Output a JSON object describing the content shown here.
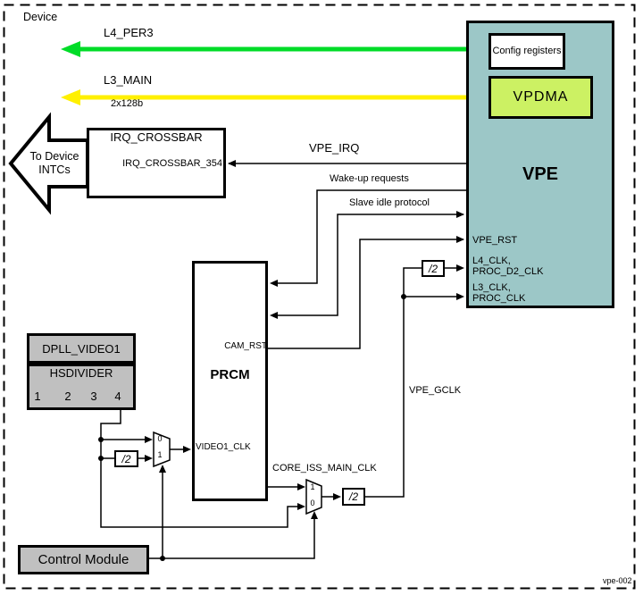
{
  "device_label": "Device",
  "watermark": "vpe-002",
  "colors": {
    "vpe_fill": "#9CC7C7",
    "vpdma_fill": "#CCF163",
    "gray_fill": "#C0C0C0",
    "l4_per3_green": "#00DC28",
    "l3_main_yellow": "#FFF000"
  },
  "buses": {
    "l4_per3_label": "L4_PER3",
    "l3_main_label": "L3_MAIN",
    "l3_main_width": "2x128b"
  },
  "vpe": {
    "title": "VPE",
    "config_registers": "Config registers",
    "vpdma": "VPDMA",
    "port_rst": "VPE_RST",
    "port_l4_line1": "L4_CLK,",
    "port_l4_line2": "PROC_D2_CLK",
    "port_l3_line1": "L3_CLK,",
    "port_l3_line2": "PROC_CLK"
  },
  "irq": {
    "crossbar_title": "IRQ_CROSSBAR",
    "crossbar_instance": "IRQ_CROSSBAR_354",
    "vpe_irq_label": "VPE_IRQ",
    "to_device_line1": "To Device",
    "to_device_line2": "INTCs"
  },
  "prcm": {
    "title": "PRCM",
    "cam_rst": "CAM_RST",
    "video1_clk": "VIDEO1_CLK"
  },
  "power_signals": {
    "wakeup": "Wake-up requests",
    "slave_idle": "Slave idle protocol"
  },
  "clocks": {
    "vpe_gclk": "VPE_GCLK",
    "core_iss_main_clk": "CORE_ISS_MAIN_CLK"
  },
  "clocking": {
    "dpll_title": "DPLL_VIDEO1",
    "hsdivider_title": "HSDIVIDER",
    "hsdivider_outputs": [
      "1",
      "2",
      "3",
      "4"
    ],
    "div2": "/2",
    "mux1_in0": "0",
    "mux1_in1": "1",
    "mux2_in1": "1",
    "mux2_in0": "0"
  },
  "control_module_label": "Control Module"
}
